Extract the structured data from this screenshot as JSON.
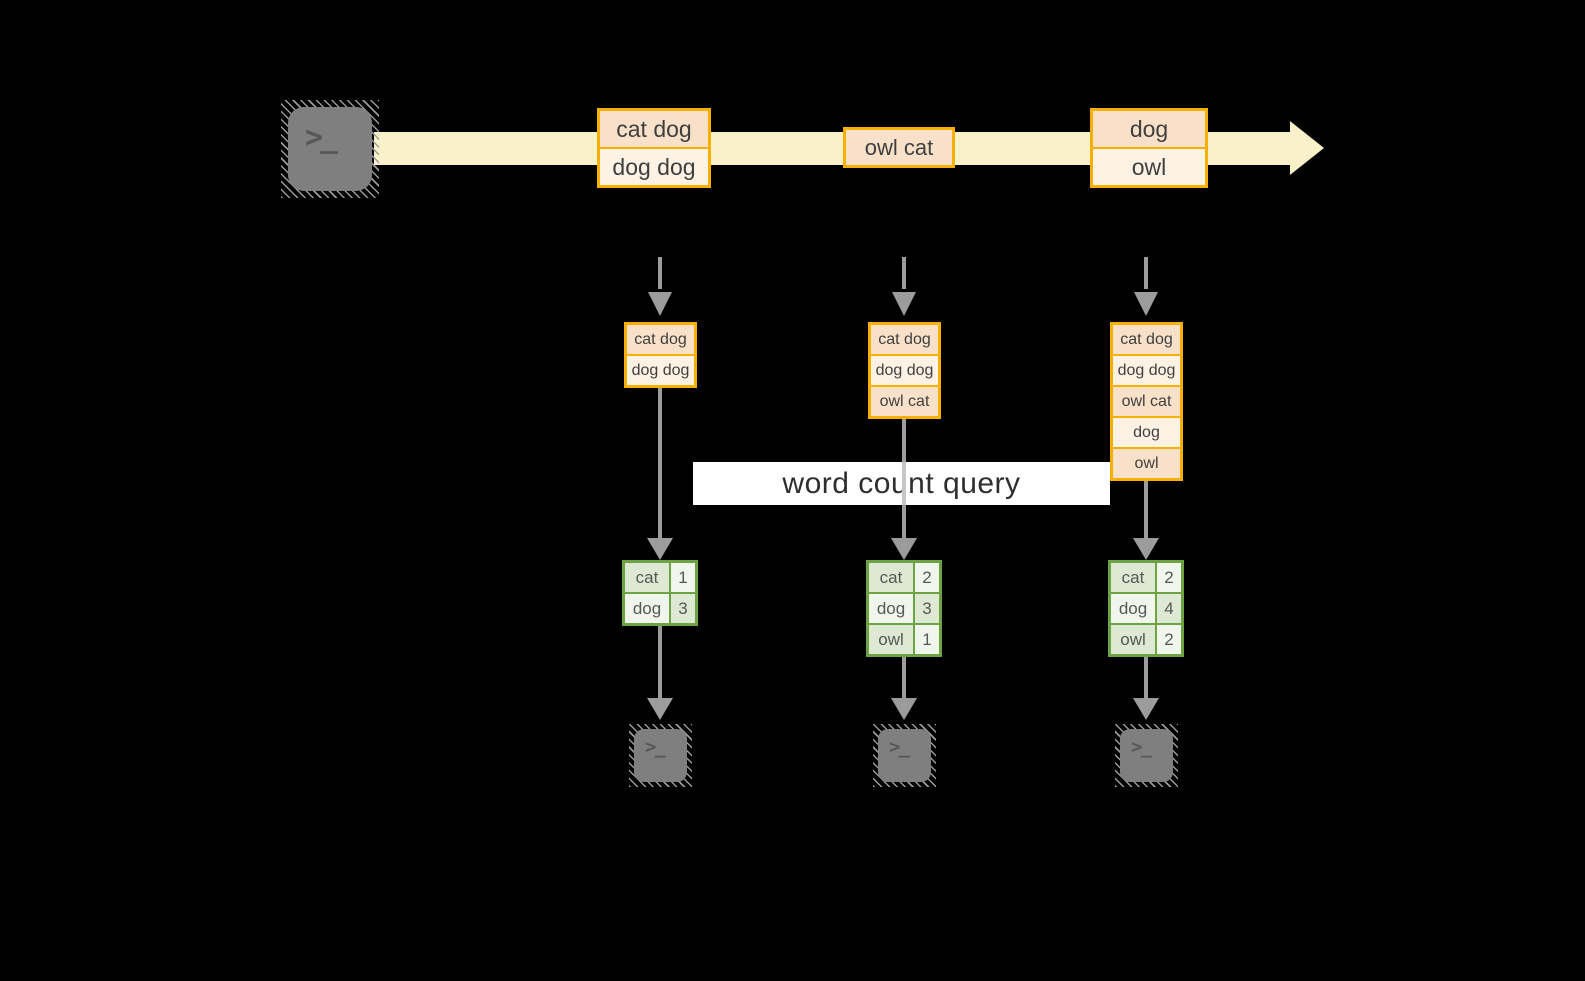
{
  "query_label": "word count query",
  "icons": {
    "terminal_glyph": ">_"
  },
  "colors": {
    "background": "#000000",
    "stream_band": "#faf0ca",
    "record_border": "#f6b100",
    "record_fill_dark": "#f8e1c8",
    "record_fill_light": "#fdf2e4",
    "table_border": "#6ea343",
    "table_fill_dark": "#dde9d2",
    "table_fill_light": "#f1f6ec",
    "arrow_gray": "#9c9c9c",
    "banner_bg": "#ffffff"
  },
  "stream": {
    "batches": [
      {
        "records": [
          "cat dog",
          "dog dog"
        ]
      },
      {
        "records": [
          "owl cat"
        ]
      },
      {
        "records": [
          "dog",
          "owl"
        ]
      }
    ]
  },
  "columns": [
    {
      "buffer": [
        "cat dog",
        "dog dog"
      ],
      "counts": [
        {
          "word": "cat",
          "count": "1"
        },
        {
          "word": "dog",
          "count": "3"
        }
      ]
    },
    {
      "buffer": [
        "cat dog",
        "dog dog",
        "owl cat"
      ],
      "counts": [
        {
          "word": "cat",
          "count": "2"
        },
        {
          "word": "dog",
          "count": "3"
        },
        {
          "word": "owl",
          "count": "1"
        }
      ]
    },
    {
      "buffer": [
        "cat dog",
        "dog dog",
        "owl cat",
        "dog",
        "owl"
      ],
      "counts": [
        {
          "word": "cat",
          "count": "2"
        },
        {
          "word": "dog",
          "count": "4"
        },
        {
          "word": "owl",
          "count": "2"
        }
      ]
    }
  ]
}
